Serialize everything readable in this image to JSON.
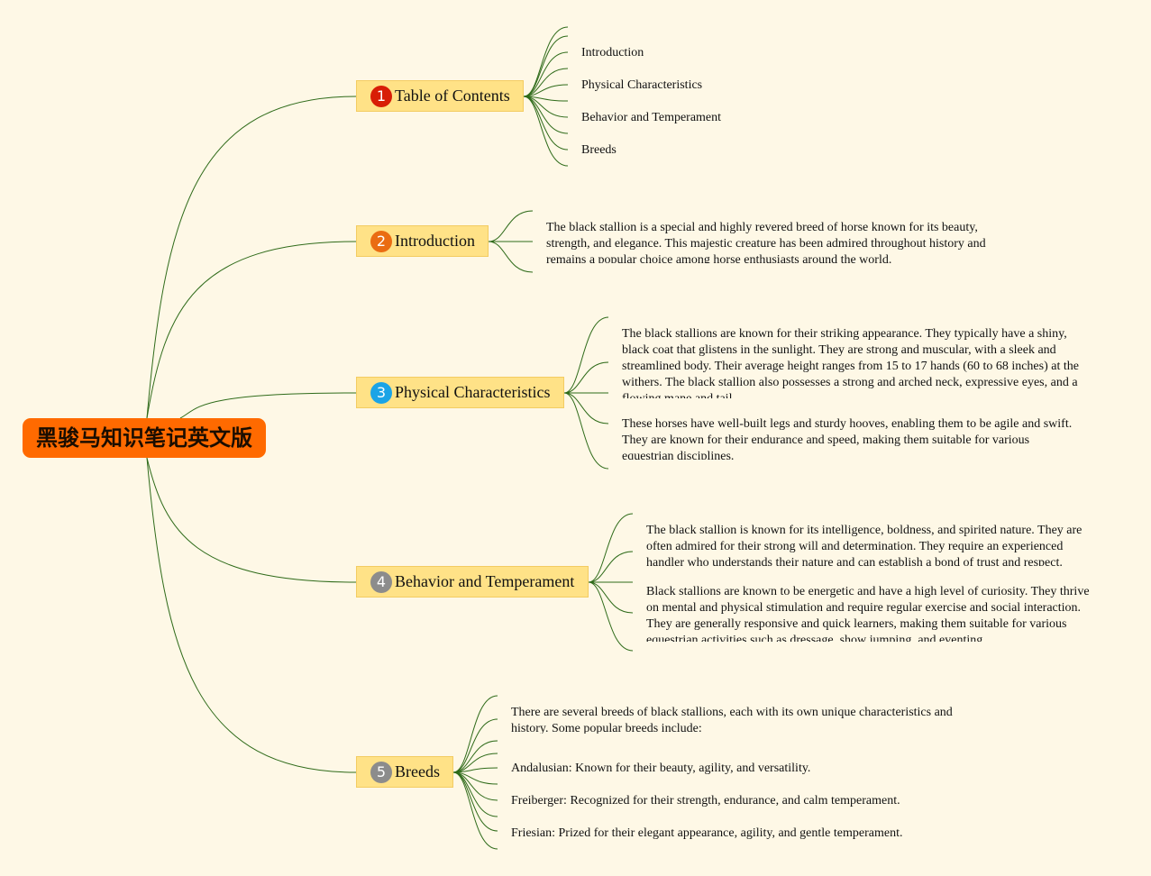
{
  "root": {
    "title": "黑骏马知识笔记英文版",
    "color": "#ff6a00"
  },
  "line_color": "#2f6b1a",
  "topics": [
    {
      "number": "1",
      "label": "Table of Contents",
      "badge_color": "#d81e06",
      "items": [
        "Introduction",
        "Physical Characteristics",
        "Behavior and Temperament",
        "Breeds"
      ]
    },
    {
      "number": "2",
      "label": "Introduction",
      "badge_color": "#ea6c12",
      "items": [
        "The black stallion is a special and highly revered breed of horse known for its beauty, strength, and elegance. This majestic creature has been admired throughout history and remains a popular choice among horse enthusiasts around the world."
      ]
    },
    {
      "number": "3",
      "label": "Physical Characteristics",
      "badge_color": "#1ba4e6",
      "items": [
        "The black stallions are known for their striking appearance. They typically have a shiny, black coat that glistens in the sunlight. They are strong and muscular, with a sleek and streamlined body. Their average height ranges from 15 to 17 hands (60 to 68 inches) at the withers. The black stallion also possesses a strong and arched neck, expressive eyes, and a flowing mane and tail.",
        "These horses have well-built legs and sturdy hooves, enabling them to be agile and swift. They are known for their endurance and speed, making them suitable for various equestrian disciplines."
      ]
    },
    {
      "number": "4",
      "label": "Behavior and Temperament",
      "badge_color": "#8c8c8c",
      "items": [
        "The black stallion is known for its intelligence, boldness, and spirited nature. They are often admired for their strong will and determination. They require an experienced handler who understands their nature and can establish a bond of trust and respect.",
        "Black stallions are known to be energetic and have a high level of curiosity. They thrive on mental and physical stimulation and require regular exercise and social interaction. They are generally responsive and quick learners, making them suitable for various equestrian activities such as dressage, show jumping, and eventing."
      ]
    },
    {
      "number": "5",
      "label": "Breeds",
      "badge_color": "#8c8c8c",
      "items": [
        "There are several breeds of black stallions, each with its own unique characteristics and history. Some popular breeds include:",
        "Andalusian: Known for their beauty, agility, and versatility.",
        "Freiberger: Recognized for their strength, endurance, and calm temperament.",
        "Friesian: Prized for their elegant appearance, agility, and gentle temperament."
      ]
    }
  ]
}
